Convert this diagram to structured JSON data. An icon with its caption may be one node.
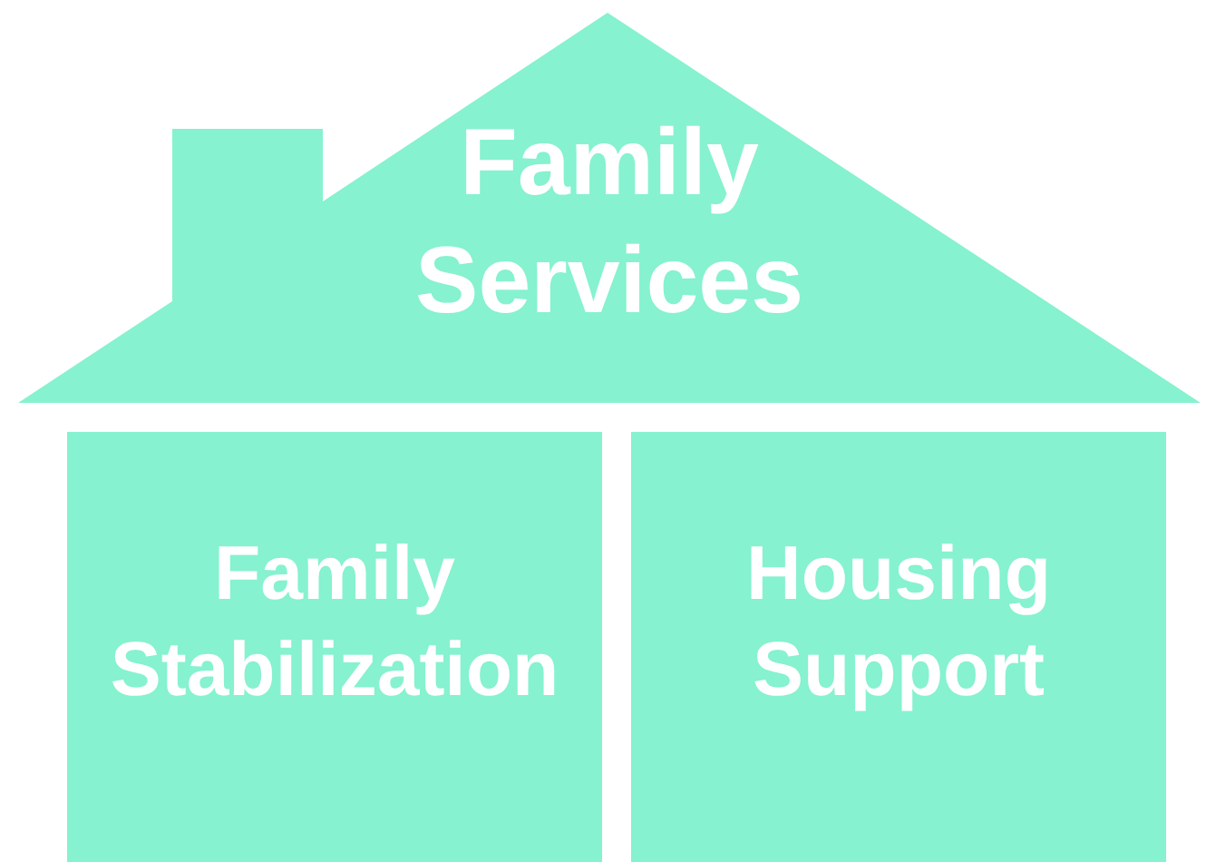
{
  "diagram": {
    "nodes": [
      {
        "text": [
          "Family Services"
        ]
      },
      {
        "text": [
          "Family Stabilization"
        ]
      },
      {
        "text": [
          "Housing Support"
        ]
      }
    ]
  }
}
